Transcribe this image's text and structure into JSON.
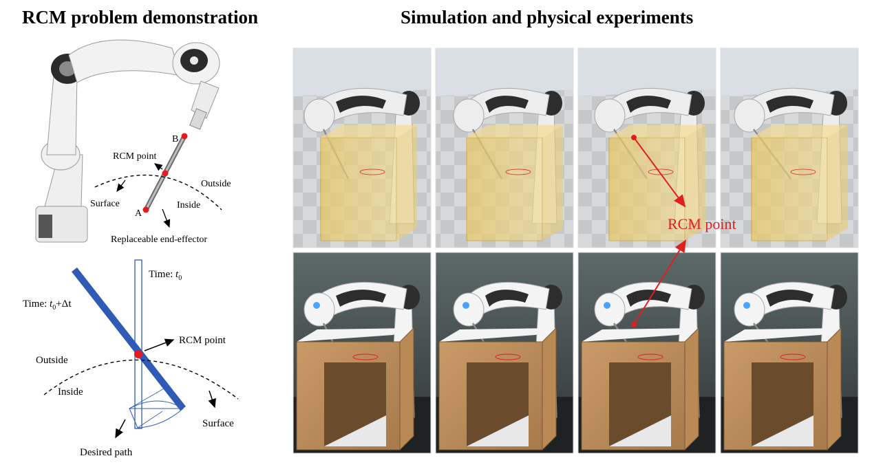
{
  "headings": {
    "left": "RCM problem demonstration",
    "right": "Simulation and physical experiments"
  },
  "robot_diagram": {
    "point_b": "B",
    "point_a": "A",
    "rcm_point": "RCM point",
    "outside": "Outside",
    "inside": "Inside",
    "surface": "Surface",
    "end_effector": "Replaceable end-effector"
  },
  "timing_diagram": {
    "time_t0_prefix": "Time: ",
    "t0_symbol": "t",
    "t0_subscript": "0",
    "time_t0_dt_prefix": "Time: ",
    "plus_dt": "+Δt",
    "rcm_point": "RCM point",
    "outside": "Outside",
    "inside": "Inside",
    "surface": "Surface",
    "desired_path": "Desired path"
  },
  "photo_grid": {
    "callout": "RCM point",
    "rows": [
      "simulation",
      "physical"
    ],
    "columns": 4
  },
  "colors": {
    "marker": "#e41a1c",
    "tool_blue": "#2f5bb7",
    "arrow_red": "#e02020"
  }
}
